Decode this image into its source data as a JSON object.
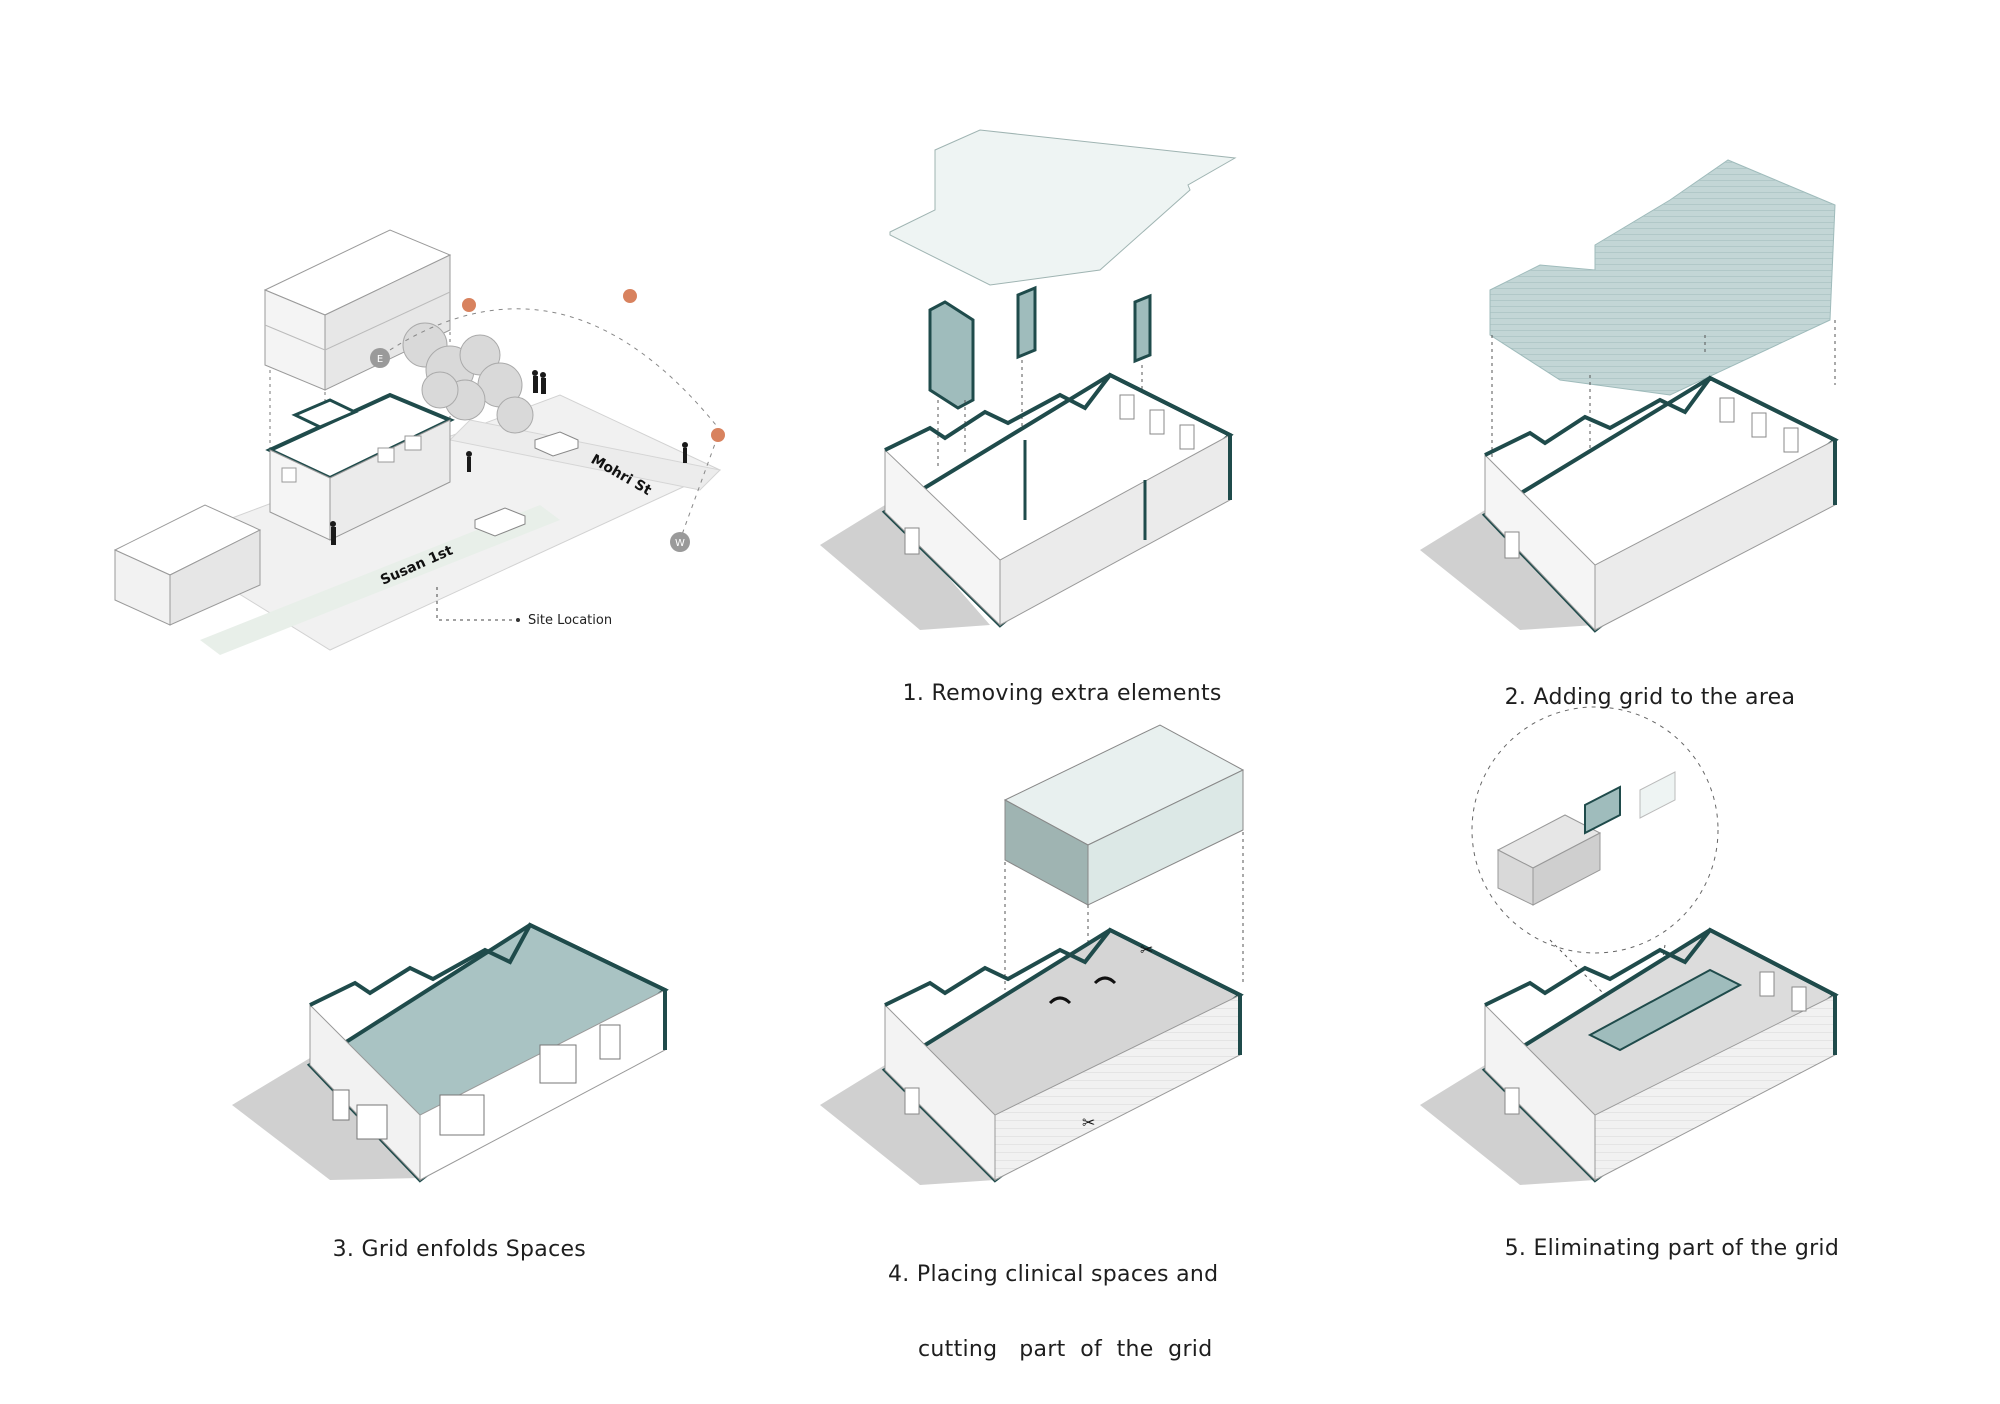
{
  "site": {
    "street_a": "Mohri St",
    "street_b": "Susan 1st",
    "site_location": "Site Location",
    "compass_e": "E",
    "compass_w": "W"
  },
  "steps": [
    {
      "line1": "1. Removing extra elements",
      "line2": ""
    },
    {
      "line1": "2. Adding grid to the area",
      "line2": ""
    },
    {
      "line1": "3. Grid enfolds Spaces",
      "line2": ""
    },
    {
      "line1": "4. Placing clinical spaces and",
      "line2": "cutting   part  of  the  grid"
    },
    {
      "line1": "5. Eliminating part of the grid",
      "line2": ""
    }
  ],
  "colors": {
    "wall_accent": "#1f4b4b",
    "grid_fill": "#9fbcbc",
    "sun_marker": "#d8825e",
    "shadow": "#cfcfcf"
  }
}
